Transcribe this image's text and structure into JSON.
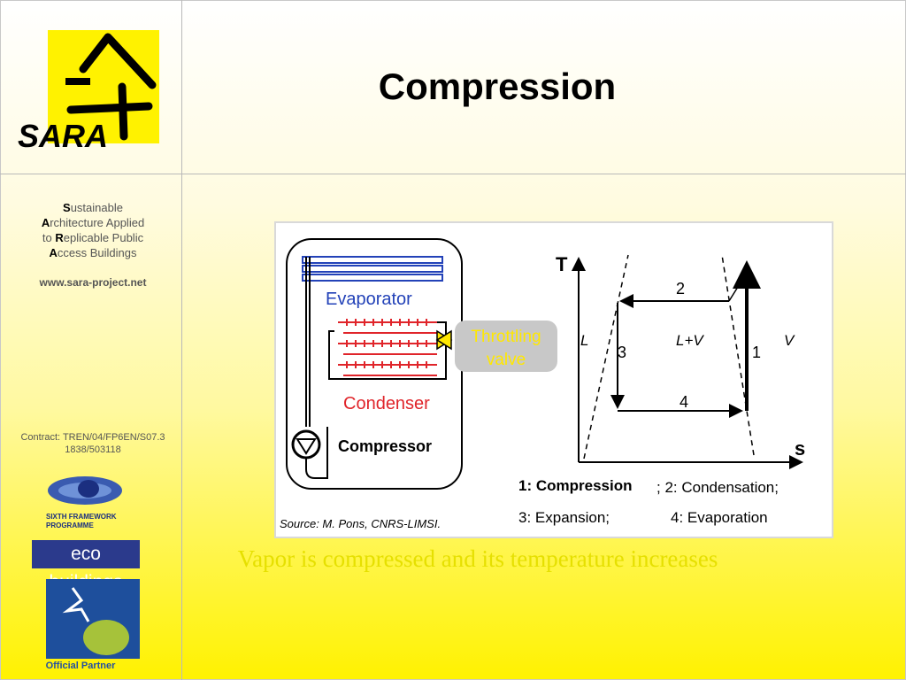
{
  "slide": {
    "title": "Compression",
    "caption": "Vapor is compressed and its temperature increases"
  },
  "sidebar": {
    "logo_text": "SARA",
    "lines": [
      {
        "initial": "S",
        "rest": "ustainable"
      },
      {
        "initial": "A",
        "rest": "rchitecture Applied"
      },
      {
        "prefix": "to ",
        "initial": "R",
        "rest": "eplicable Public"
      },
      {
        "initial": "A",
        "rest": "ccess Buildings"
      }
    ],
    "website": "www.sara-project.net",
    "contract": "Contract: TREN/04/FP6EN/S07.31838/503118",
    "fp6_line1": "SIXTH FRAMEWORK",
    "fp6_line2": "PROGRAMME",
    "eco_buildings": "eco buildings",
    "official_partner": "Official Partner"
  },
  "diagram": {
    "evaporator": "Evaporator",
    "condenser": "Condenser",
    "compressor": "Compressor",
    "throttling_1": "Throttling",
    "throttling_2": "valve",
    "axis_t": "T",
    "axis_s": "s",
    "region_l": "L",
    "region_lv": "L+V",
    "region_v": "V",
    "step_1": "1",
    "step_2": "2",
    "step_3": "3",
    "step_4": "4",
    "legend_1": "1: Compression",
    "legend_2": "; 2: Condensation;",
    "legend_3": "3: Expansion;",
    "legend_4": "4: Evaporation",
    "source": "Source: M. Pons, CNRS-LIMSI."
  }
}
